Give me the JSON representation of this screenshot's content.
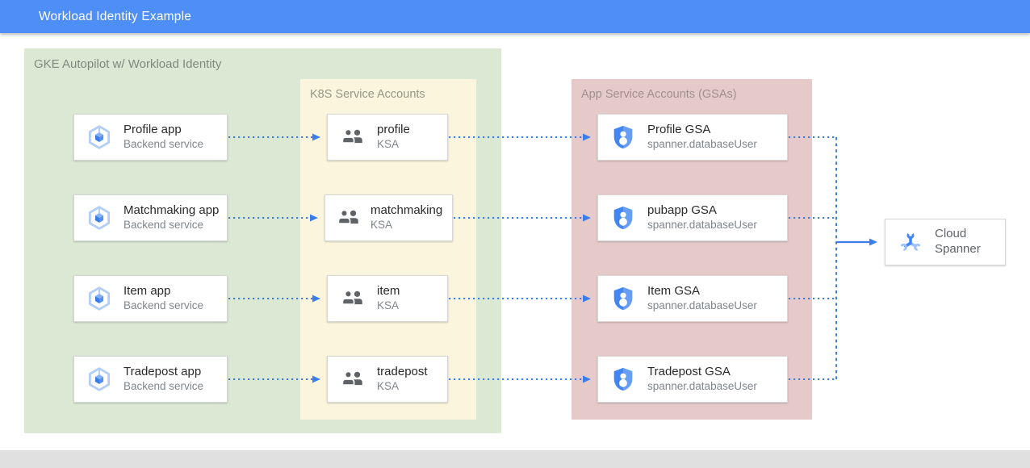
{
  "header": {
    "title": "Workload Identity Example"
  },
  "regions": {
    "gke": {
      "label": "GKE Autopilot w/ Workload Identity"
    },
    "ksa": {
      "label": "K8S Service Accounts"
    },
    "gsa": {
      "label": "App Service Accounts (GSAs)"
    }
  },
  "apps": [
    {
      "title": "Profile app",
      "subtitle": "Backend service"
    },
    {
      "title": "Matchmaking app",
      "subtitle": "Backend service"
    },
    {
      "title": "Item app",
      "subtitle": "Backend service"
    },
    {
      "title": "Tradepost app",
      "subtitle": "Backend service"
    }
  ],
  "ksas": [
    {
      "title": "profile",
      "subtitle": "KSA"
    },
    {
      "title": "matchmaking",
      "subtitle": "KSA"
    },
    {
      "title": "item",
      "subtitle": "KSA"
    },
    {
      "title": "tradepost",
      "subtitle": "KSA"
    }
  ],
  "gsas": [
    {
      "title": "Profile GSA",
      "subtitle": "spanner.databaseUser"
    },
    {
      "title": "pubapp GSA",
      "subtitle": "spanner.databaseUser"
    },
    {
      "title": "Item GSA",
      "subtitle": "spanner.databaseUser"
    },
    {
      "title": "Tradepost GSA",
      "subtitle": "spanner.databaseUser"
    }
  ],
  "spanner": {
    "title": "Cloud Spanner"
  },
  "icons": {
    "app": "gke-hexagon-icon",
    "ksa": "people-icon",
    "gsa": "shield-user-icon",
    "spanner": "cloud-spanner-icon"
  },
  "colors": {
    "titlebar_blue": "#4d8ef7",
    "gke_region_green": "#dae8d4",
    "ksa_region_yellow": "#faf5dc",
    "gsa_region_pink": "#e6caca",
    "arrow_blue": "#3c7de9",
    "icon_blue": "#4285f4",
    "icon_blue_light": "#669df6",
    "people_gray": "#5f6368",
    "bottom_bar_gray": "#e0e0e0"
  }
}
